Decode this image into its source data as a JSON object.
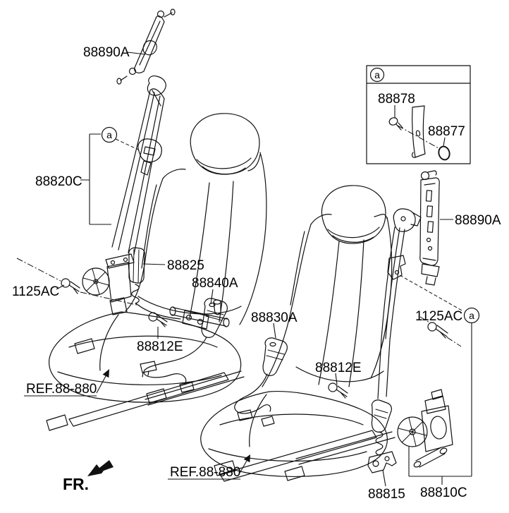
{
  "colors": {
    "background": "#ffffff",
    "line": "#111111",
    "text": "#000000"
  },
  "markers": {
    "detail": "a"
  },
  "labels": {
    "adjuster_top": "88890A",
    "belt_assembly_left": "88820C",
    "bolt_anchor_left": "1125AC",
    "pretensioner_buckle": "88825",
    "buckle_left": "88840A",
    "anchor_bolt_left": "88812E",
    "ref_seat_left": "REF.88-880",
    "detail_clip": "88878",
    "detail_ring": "88877",
    "adjuster_right": "88890A",
    "bolt_anchor_right": "1125AC",
    "buckle_right": "88830A",
    "anchor_bolt_right": "88812E",
    "ref_seat_right": "REF.88-880",
    "lap_pretensioner": "88815",
    "retractor_right": "88810C",
    "front_direction": "FR."
  }
}
